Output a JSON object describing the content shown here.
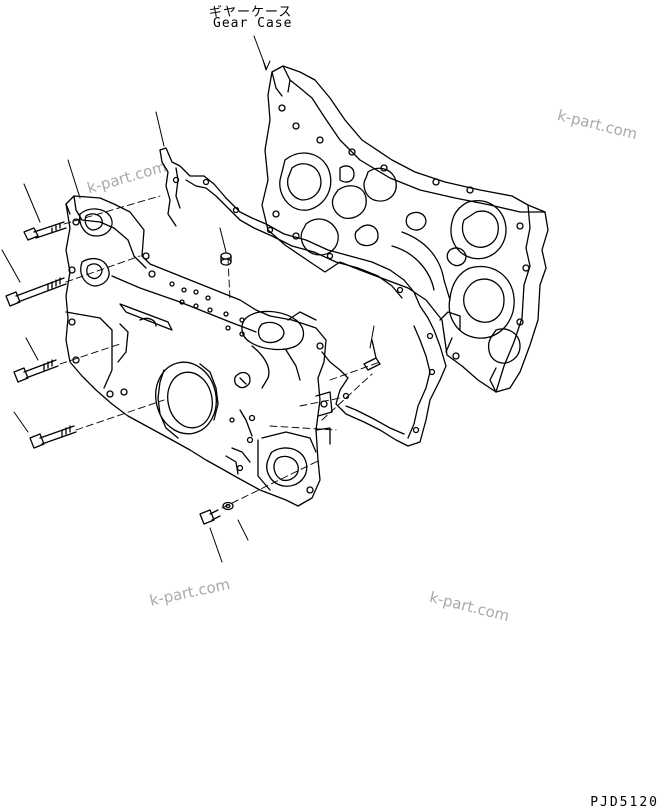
{
  "labels": {
    "part_name_jp": "ギヤーケース",
    "part_name_en": "Gear Case"
  },
  "drawing_code": "PJD5120",
  "watermarks": [
    "k-part.com",
    "k-part.com",
    "k-part.com",
    "k-part.com"
  ],
  "colors": {
    "line": "#000000",
    "watermark": "#a9a9a9",
    "background": "#ffffff"
  }
}
